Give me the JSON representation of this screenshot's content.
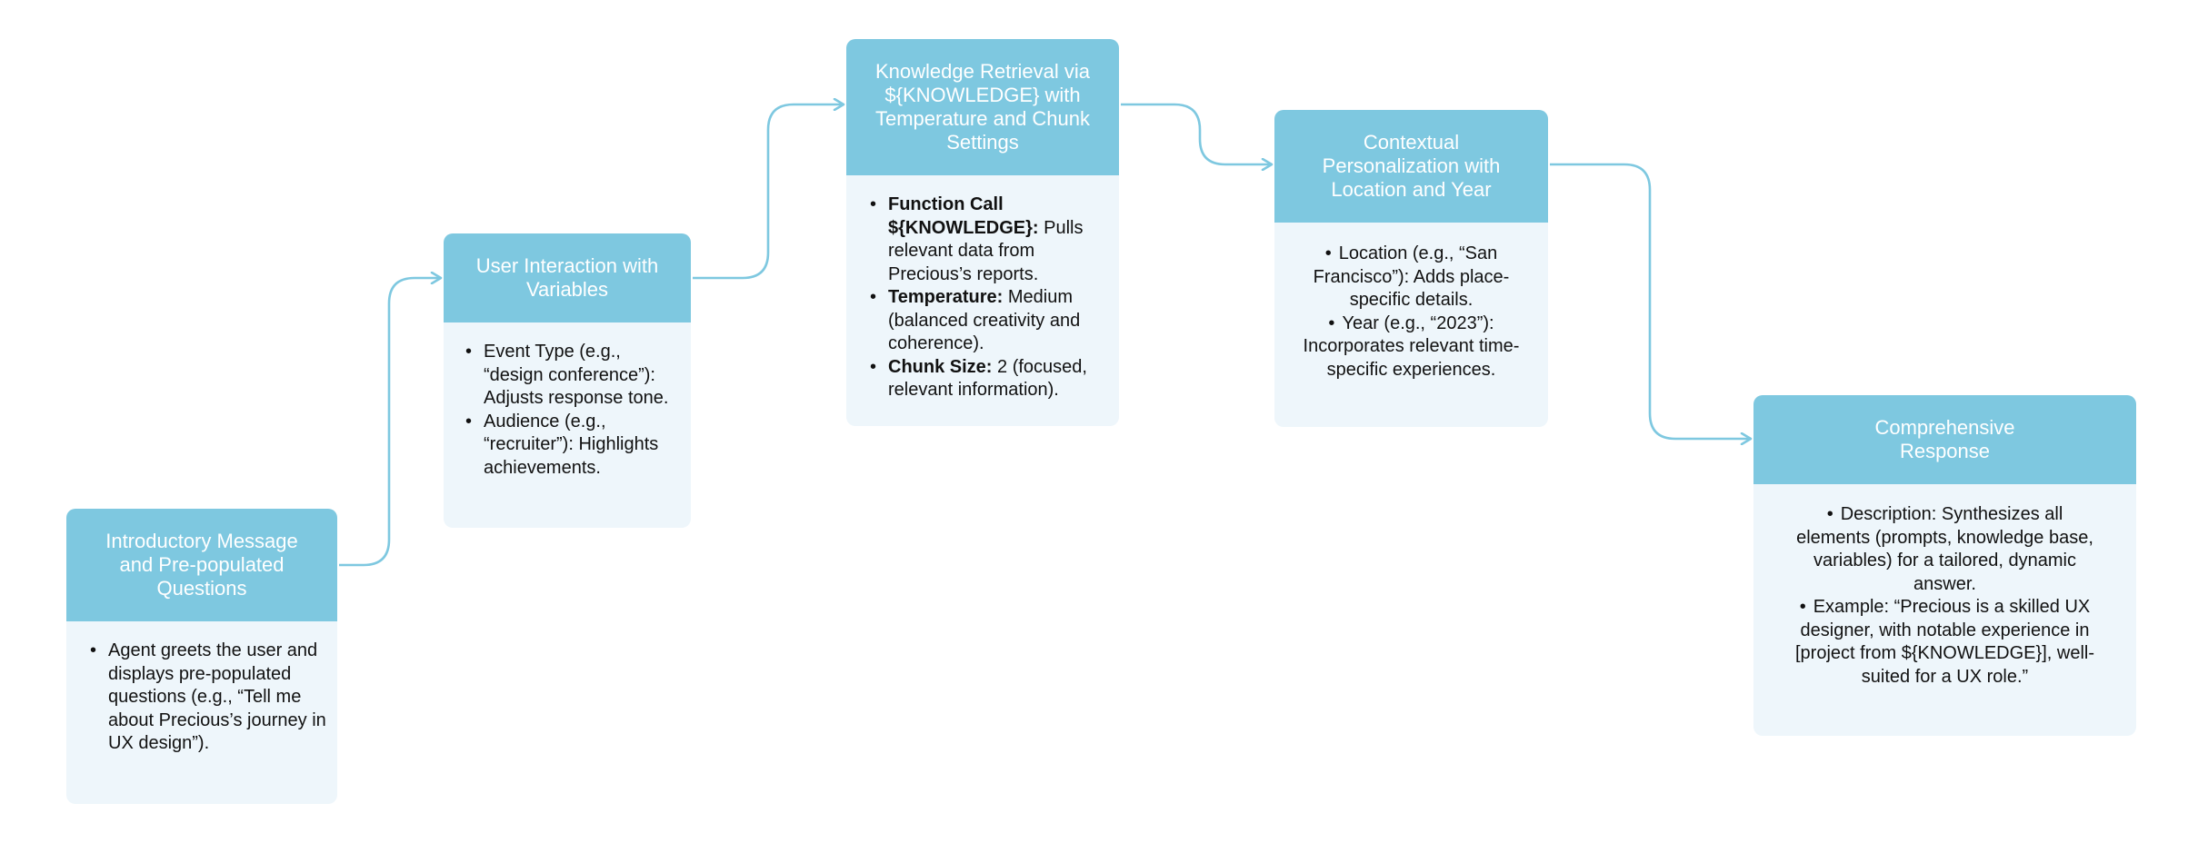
{
  "colors": {
    "header_fill": "#7ec8e0",
    "body_fill": "#eef6fb",
    "connector": "#7ec8e0",
    "header_text": "#ffffff",
    "body_text": "#111111"
  },
  "steps": [
    {
      "title": "Introductory Message and Pre-populated Questions",
      "items": [
        {
          "text": "Agent greets the user and displays pre-populated questions (e.g., “Tell me about Precious’s journey in UX design”)."
        }
      ]
    },
    {
      "title": "User Interaction with Variables",
      "items": [
        {
          "text": "Event Type (e.g., “design conference”): Adjusts response tone."
        },
        {
          "text": "Audience (e.g., “recruiter”): Highlights achievements."
        }
      ]
    },
    {
      "title": "Knowledge Retrieval via ${KNOWLEDGE} with Temperature and Chunk Settings",
      "items": [
        {
          "label": "Function Call ${KNOWLEDGE}:",
          "text": "Pulls relevant data from Precious’s reports."
        },
        {
          "label": "Temperature:",
          "text": "Medium (balanced creativity and coherence)."
        },
        {
          "label": "Chunk Size:",
          "text": "2 (focused, relevant information)."
        }
      ]
    },
    {
      "title": "Contextual Personalization with Location and Year",
      "items": [
        {
          "text": "Location (e.g., “San Francisco”): Adds place-specific details."
        },
        {
          "text": "Year (e.g., “2023”): Incorporates relevant time-specific experiences."
        }
      ]
    },
    {
      "title": "Comprehensive Response",
      "items": [
        {
          "text": "Description: Synthesizes all elements (prompts, knowledge base, variables) for a tailored, dynamic answer."
        },
        {
          "text": "Example: “Precious is a skilled UX designer, with notable experience in [project from ${KNOWLEDGE}], well-suited for a UX role.”"
        }
      ]
    }
  ]
}
